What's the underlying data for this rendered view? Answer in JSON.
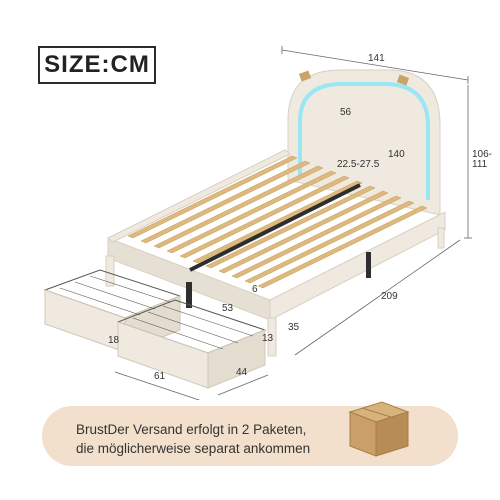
{
  "badge": {
    "label": "SIZE:CM"
  },
  "dimensions": {
    "total_width": "141",
    "headboard_height": "56",
    "headboard_width": "140",
    "mattress_depth_range": "22.5-27.5",
    "total_height": "106-111",
    "total_length": "209",
    "leg_height": "35",
    "leg_offset": "6",
    "drawer_depth": "53",
    "drawer_height_left": "18",
    "drawer_height_right": "13",
    "drawer_length": "61",
    "drawer_width": "44"
  },
  "banner": {
    "line1": "BrustDer Versand erfolgt in 2 Paketen,",
    "line2": "die möglicherweise separat ankommen"
  },
  "colors": {
    "fabric": "#efe9e0",
    "slat": "#dcb97e",
    "frame": "#2e2e2e",
    "led": "#8fe7f5",
    "banner": "#f2e0cc",
    "box": "#c9a06a"
  }
}
